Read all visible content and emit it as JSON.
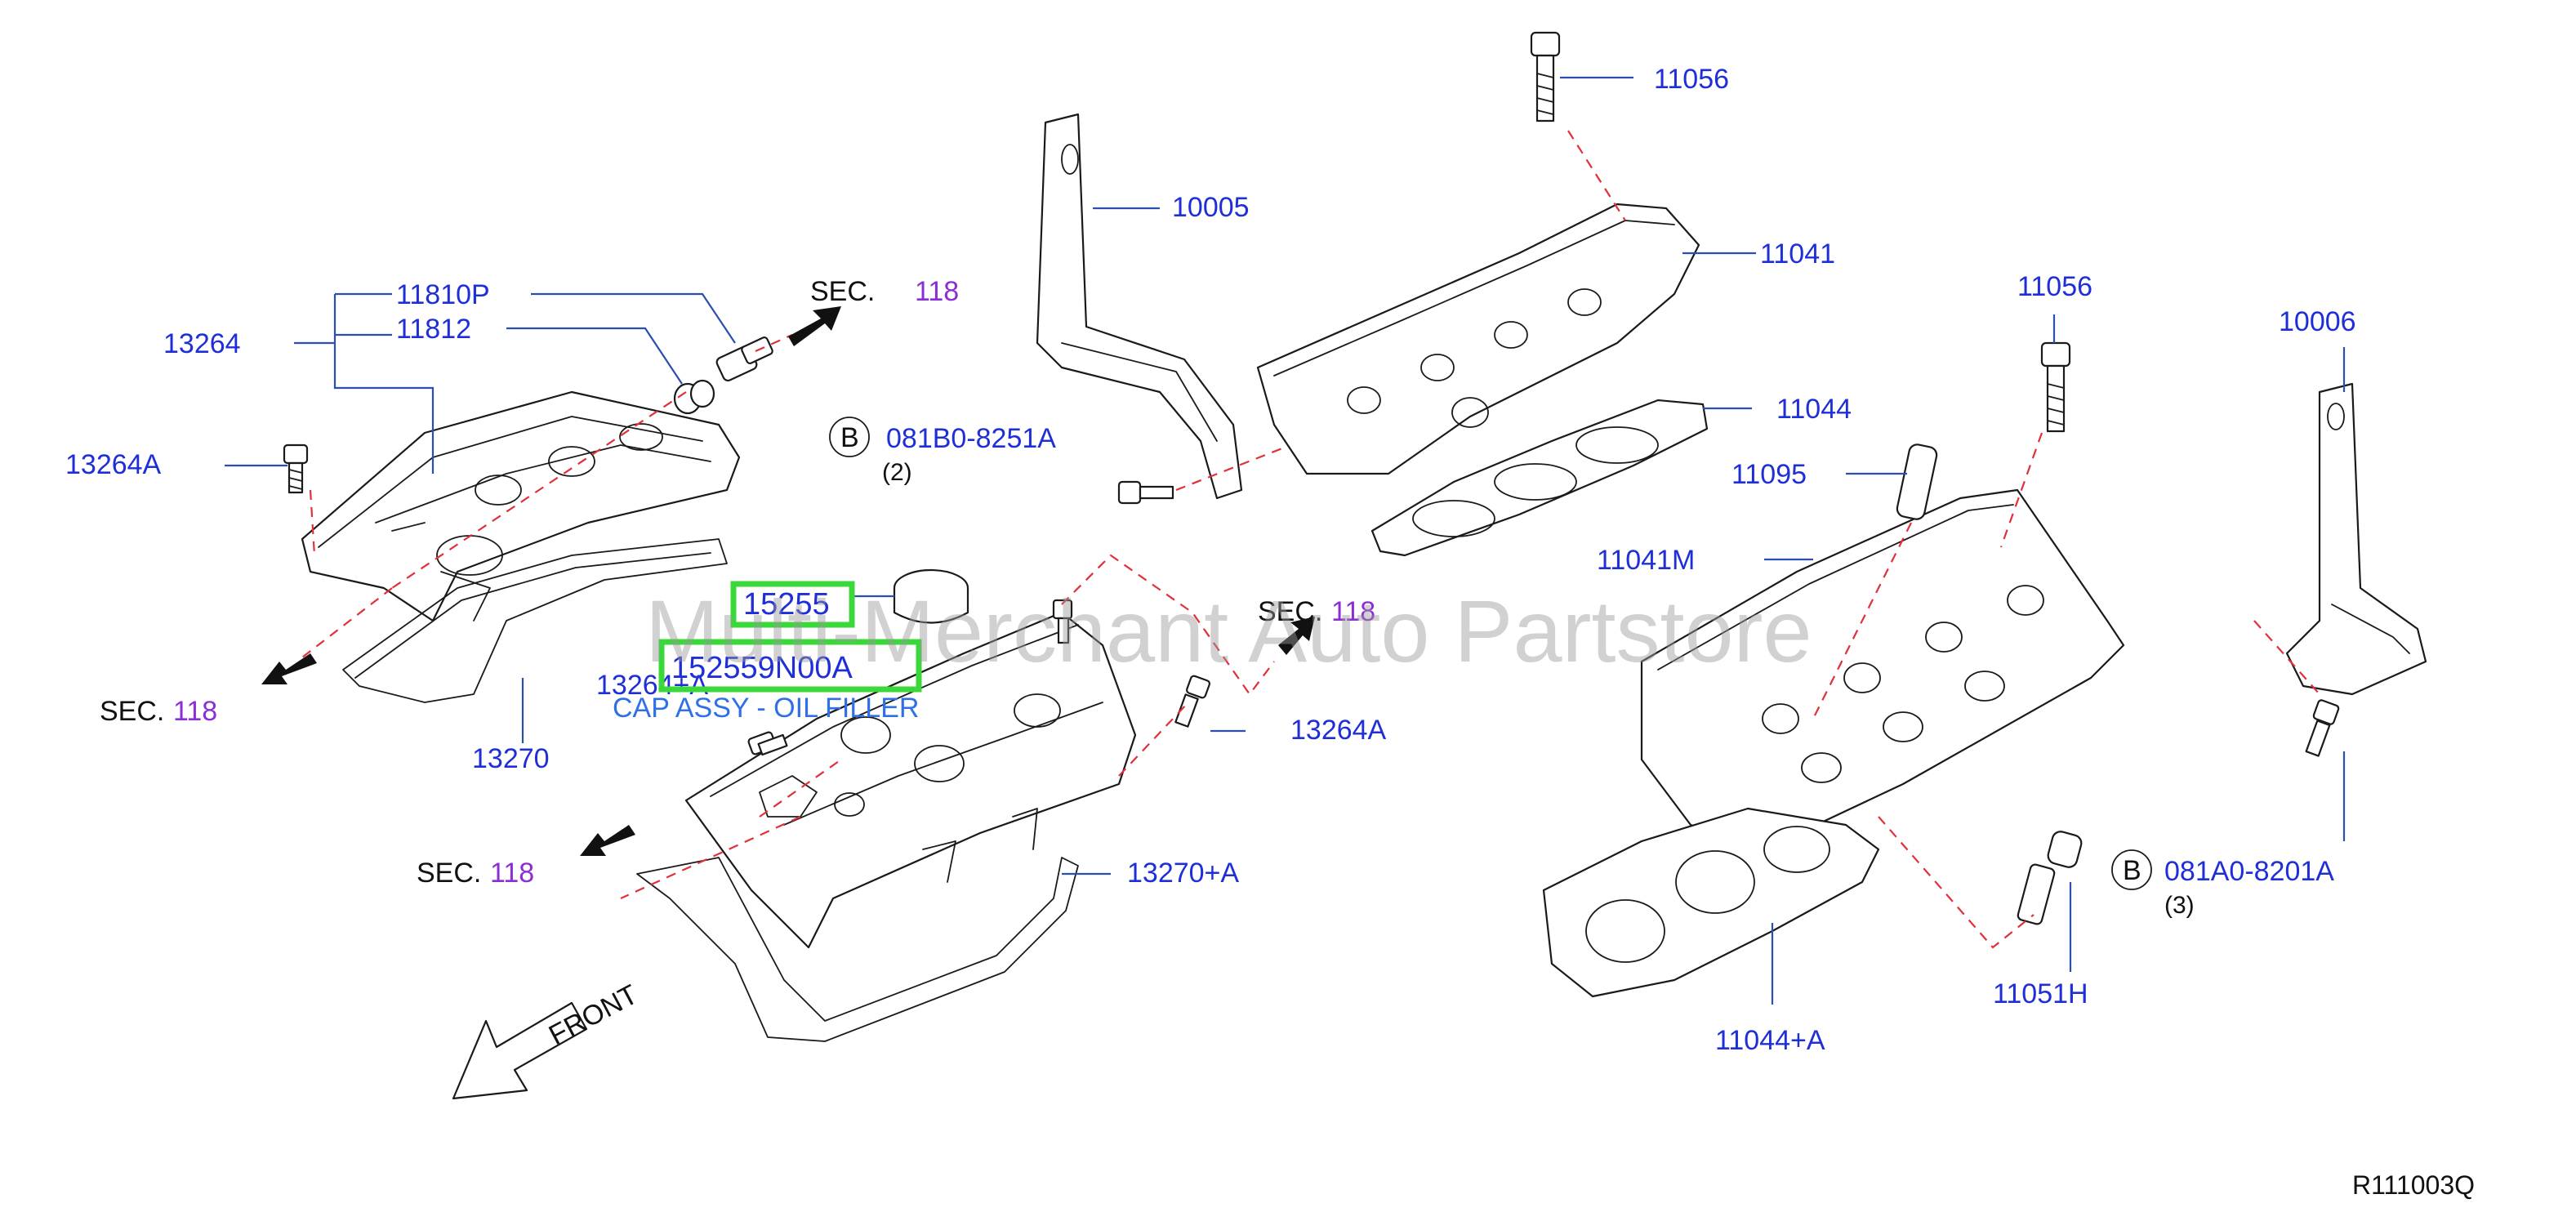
{
  "watermark": "Multi-Merchant Auto Partstore",
  "diagram_code": "R111003Q",
  "front_label": "FRONT",
  "sec_prefix": "SEC.",
  "sec_number": "118",
  "bolt_note_b_left": {
    "badge": "B",
    "part": "081B0-8251A",
    "qty": "(2)"
  },
  "bolt_note_b_right": {
    "badge": "B",
    "part": "081A0-8201A",
    "qty": "(3)"
  },
  "highlight": {
    "top": "15255",
    "bottom": "152559N00A",
    "caption": "CAP ASSY - OIL FILLER"
  },
  "labels": {
    "p11810p": "11810P",
    "p11812": "11812",
    "p13264": "13264",
    "p13264a_left": "13264A",
    "p13270": "13270",
    "p13264a_mid": "13264+A",
    "p13264a_right": "13264A",
    "p13270a": "13270+A",
    "p10005": "10005",
    "p11056_top": "11056",
    "p11041": "11041",
    "p11044": "11044",
    "p11056_right": "11056",
    "p11095": "11095",
    "p11041m": "11041M",
    "p10006": "10006",
    "p11044a": "11044+A",
    "p11051h": "11051H"
  },
  "colors": {
    "label": "#1f2fd8",
    "sec_number": "#8c2ed6",
    "highlight_box": "#3ad83a",
    "caption": "#2f6fe8",
    "guide_line": "#e0303a"
  }
}
